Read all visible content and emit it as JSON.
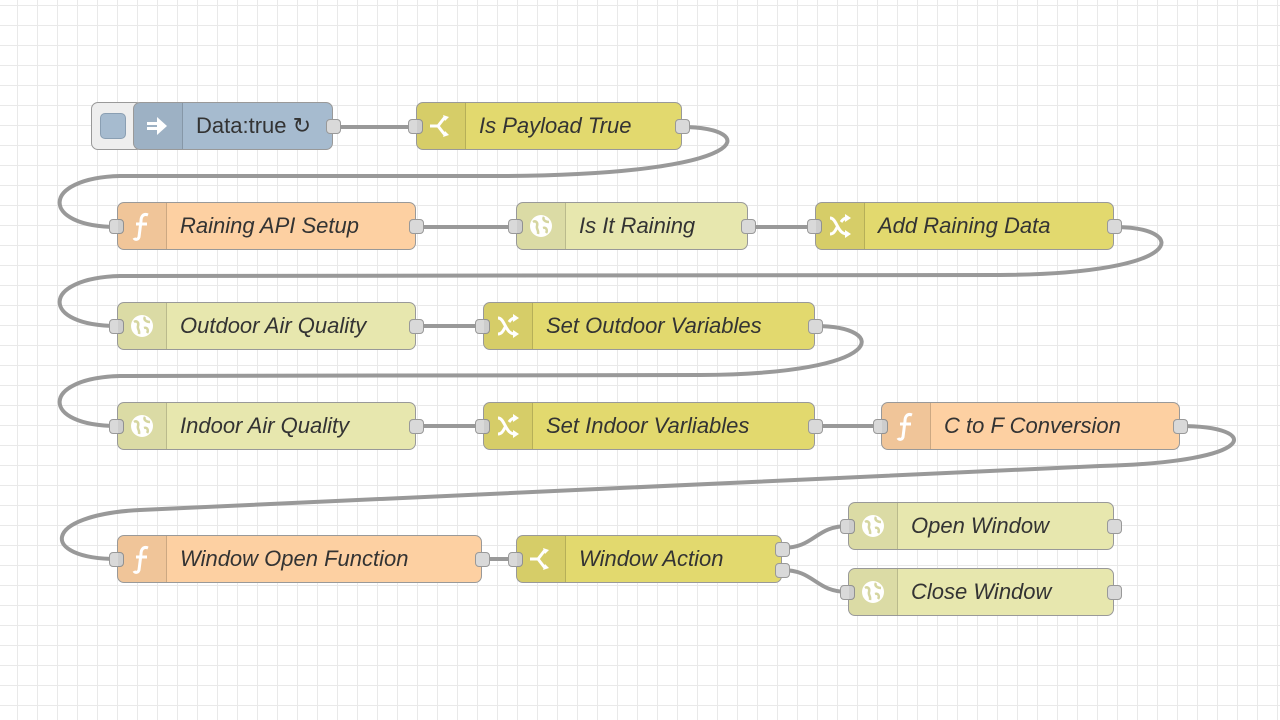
{
  "colors": {
    "inject": "#a6bbcf",
    "switch": "#e2d96e",
    "function": "#fdd0a2",
    "http_request": "#e7e7ae",
    "change": "#e2d96e",
    "wire": "#999999",
    "port": "#d9d9d9"
  },
  "nodes": [
    {
      "id": "inject",
      "type": "inject",
      "icon": "arrow-in-icon",
      "label": "Data:true ↻"
    },
    {
      "id": "is-payload-true",
      "type": "switch",
      "icon": "switch-icon",
      "label": "Is Payload True"
    },
    {
      "id": "raining-api-setup",
      "type": "function",
      "icon": "function-icon",
      "label": "Raining API Setup"
    },
    {
      "id": "is-it-raining",
      "type": "http_request",
      "icon": "globe-icon",
      "label": "Is It Raining"
    },
    {
      "id": "add-raining-data",
      "type": "change",
      "icon": "shuffle-icon",
      "label": "Add Raining Data"
    },
    {
      "id": "outdoor-air-quality",
      "type": "http_request",
      "icon": "globe-icon",
      "label": "Outdoor Air Quality"
    },
    {
      "id": "set-outdoor-variables",
      "type": "change",
      "icon": "shuffle-icon",
      "label": "Set Outdoor Variables"
    },
    {
      "id": "indoor-air-quality",
      "type": "http_request",
      "icon": "globe-icon",
      "label": "Indoor Air Quality"
    },
    {
      "id": "set-indoor-variables",
      "type": "change",
      "icon": "shuffle-icon",
      "label": "Set Indoor Varliables"
    },
    {
      "id": "c-to-f-conversion",
      "type": "function",
      "icon": "function-icon",
      "label": "C to F Conversion"
    },
    {
      "id": "window-open-function",
      "type": "function",
      "icon": "function-icon",
      "label": "Window Open Function"
    },
    {
      "id": "window-action",
      "type": "switch",
      "icon": "switch-icon",
      "label": "Window Action"
    },
    {
      "id": "open-window",
      "type": "http_request",
      "icon": "globe-icon",
      "label": "Open Window"
    },
    {
      "id": "close-window",
      "type": "http_request",
      "icon": "globe-icon",
      "label": "Close Window"
    }
  ],
  "wires": [
    [
      "inject",
      "is-payload-true"
    ],
    [
      "is-payload-true",
      "raining-api-setup"
    ],
    [
      "raining-api-setup",
      "is-it-raining"
    ],
    [
      "is-it-raining",
      "add-raining-data"
    ],
    [
      "add-raining-data",
      "outdoor-air-quality"
    ],
    [
      "outdoor-air-quality",
      "set-outdoor-variables"
    ],
    [
      "set-outdoor-variables",
      "indoor-air-quality"
    ],
    [
      "indoor-air-quality",
      "set-indoor-variables"
    ],
    [
      "set-indoor-variables",
      "c-to-f-conversion"
    ],
    [
      "c-to-f-conversion",
      "window-open-function"
    ],
    [
      "window-open-function",
      "window-action"
    ],
    [
      "window-action",
      "open-window"
    ],
    [
      "window-action",
      "close-window"
    ]
  ]
}
